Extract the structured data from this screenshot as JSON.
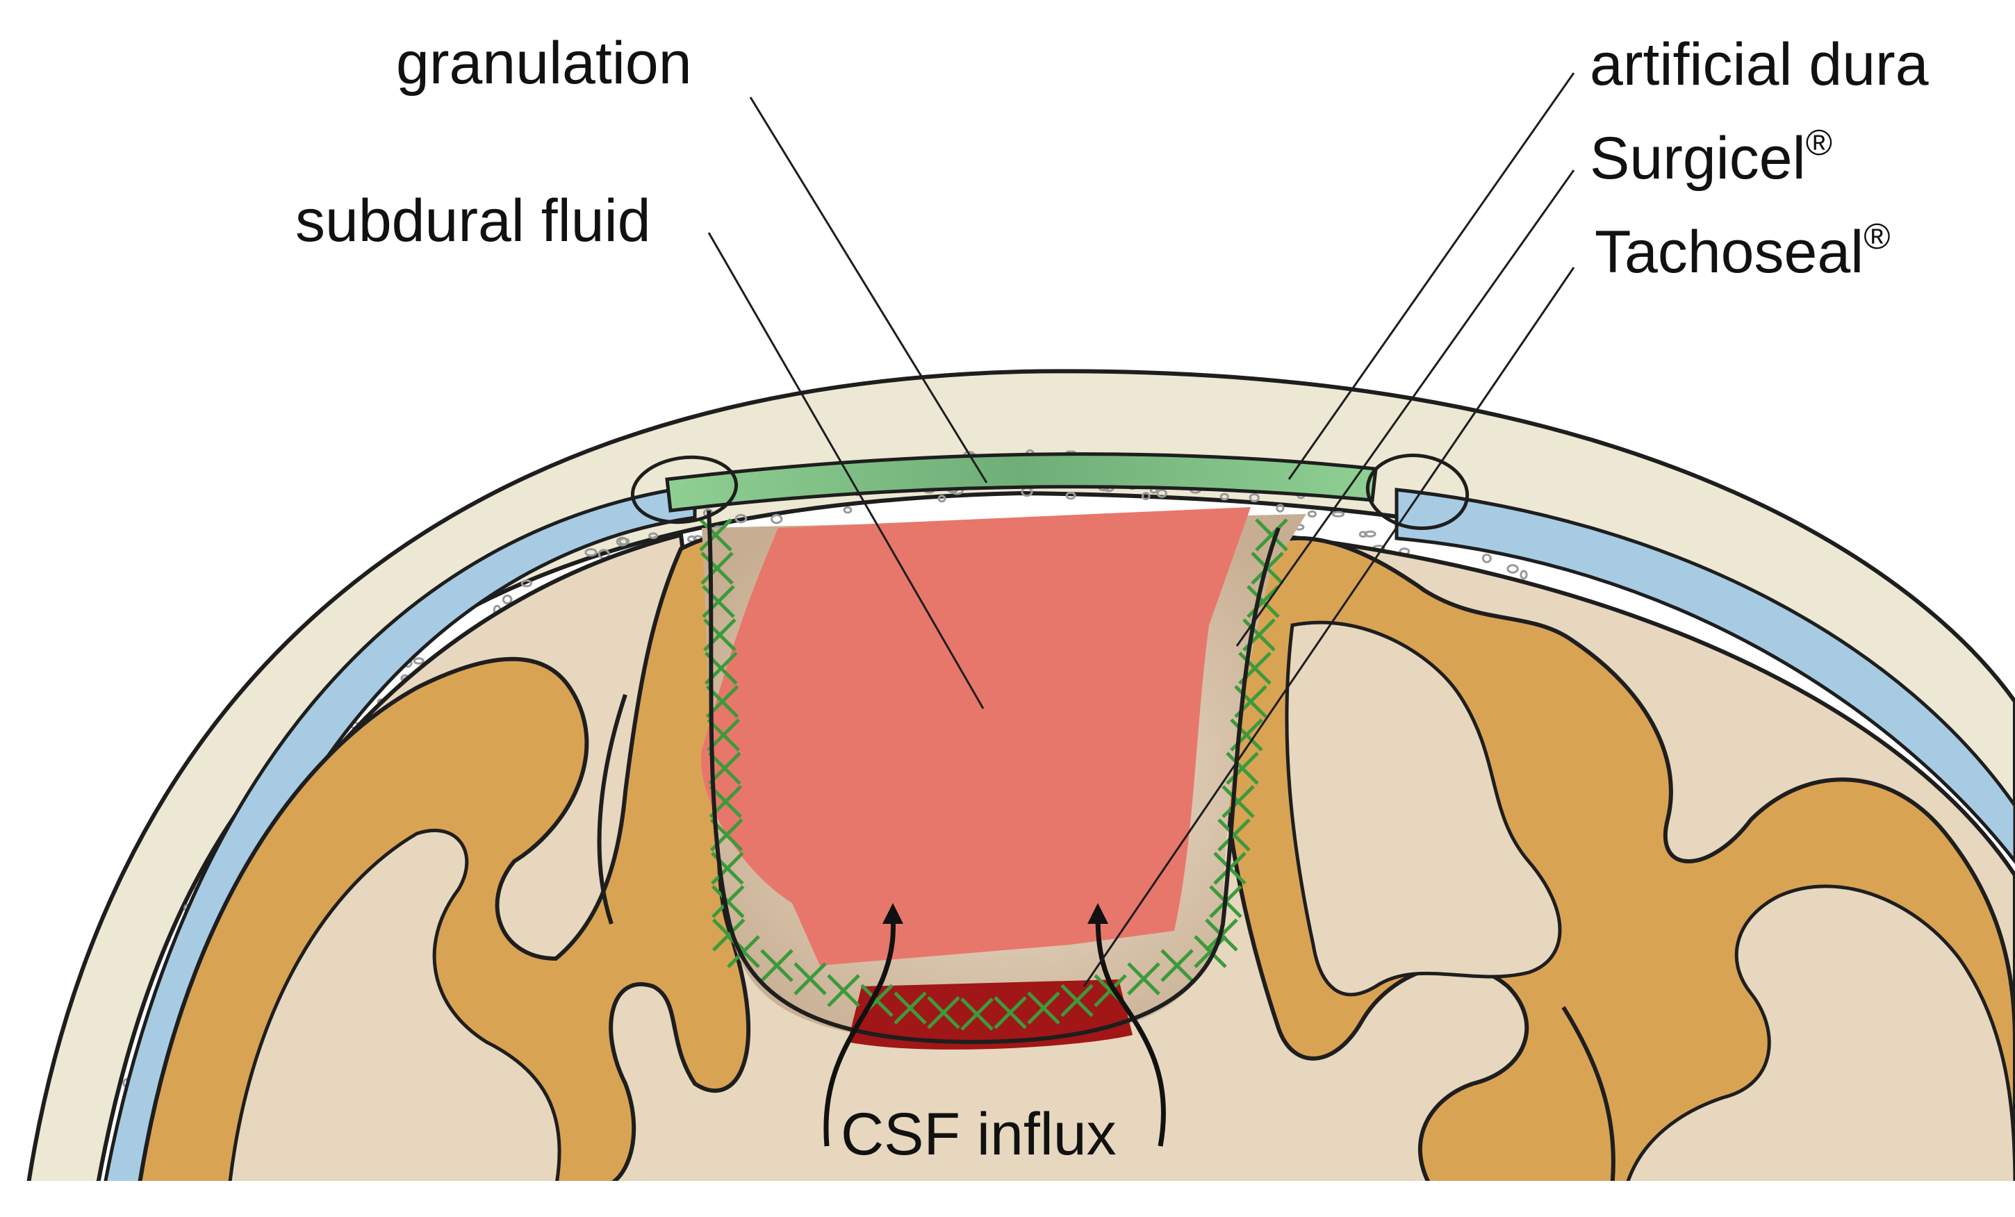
{
  "colors": {
    "bone": "#ece8d3",
    "bone_pores": "#9a9a9a",
    "csf_blue": "#a7cbe3",
    "cortex": "#d9a354",
    "white_matter": "#e6d7be",
    "cavity_fluid": "#e8776b",
    "granulation": "#c8b49c",
    "artificial_dura": "#84c086",
    "tachoseal": "#a11616",
    "surgicel_mesh": "#3c9a3c",
    "outline": "#1e1e1e"
  },
  "labels": {
    "granulation": "granulation",
    "subdural_fluid": "subdural fluid",
    "artificial_dura": "artificial dura",
    "surgicel": "Surgicel",
    "tachoseal": "Tachoseal",
    "registered_mark": "®",
    "csf_influx": "CSF influx"
  }
}
